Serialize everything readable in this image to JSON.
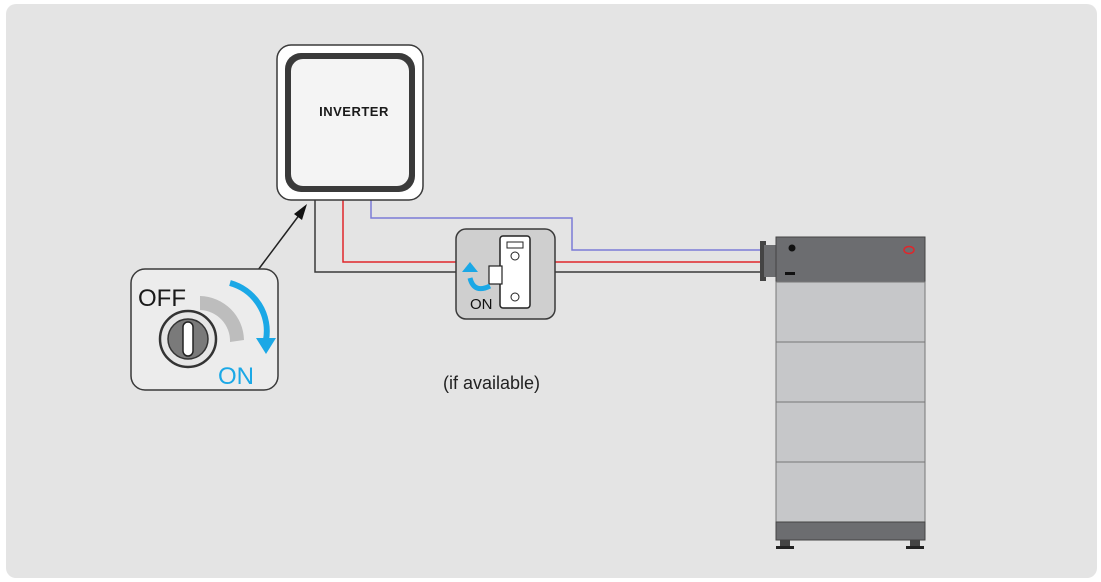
{
  "inverter": {
    "label": "INVERTER"
  },
  "breaker": {
    "on_label": "ON",
    "note": "(if available)"
  },
  "key_switch": {
    "off_label": "OFF",
    "on_label": "ON"
  },
  "colors": {
    "background": "#e4e4e4",
    "wire_black": "#3a3a3a",
    "wire_red": "#e0262b",
    "wire_blue": "#7b7bd6",
    "accent_on": "#1ba8e6",
    "battery_body": "#c6c7c9",
    "battery_dark": "#6c6d70"
  },
  "icons": [
    "inverter-box-icon",
    "circuit-breaker-icon",
    "key-switch-icon",
    "battery-stack-icon",
    "rotate-arrow-icon"
  ]
}
